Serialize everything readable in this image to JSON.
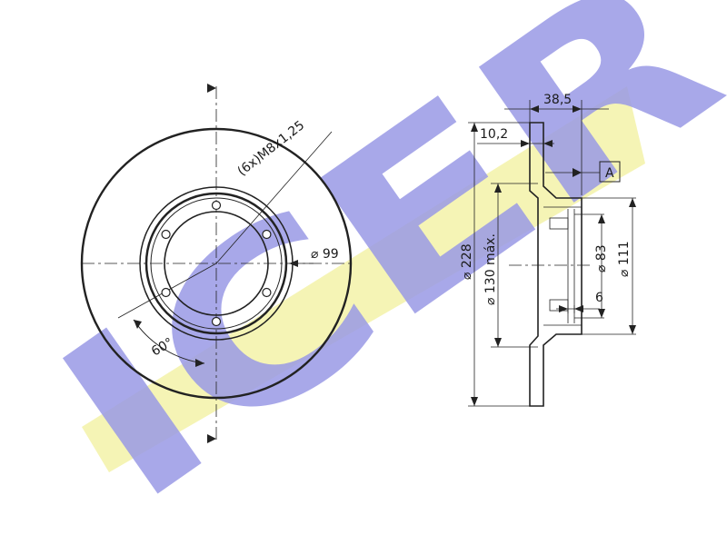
{
  "watermark": {
    "text": "ICER",
    "letter_color": "#9a9ae6",
    "band_color": "#f3f2a8"
  },
  "front_view": {
    "thread_label": "(6x)M8x1,25",
    "hub_diameter_label": "⌀ 99",
    "angle_label": "60°",
    "bolt_holes": 6
  },
  "section_view": {
    "overall_width": "38,5",
    "disc_thickness": "10,2",
    "datum_label": "A",
    "outer_diameter": "⌀ 228",
    "max_diameter": "⌀ 130 máx.",
    "bore_diameter": "⌀ 83",
    "flange_diameter": "⌀ 111",
    "step_width": "6"
  },
  "colors": {
    "line": "#222222",
    "background": "#ffffff"
  }
}
